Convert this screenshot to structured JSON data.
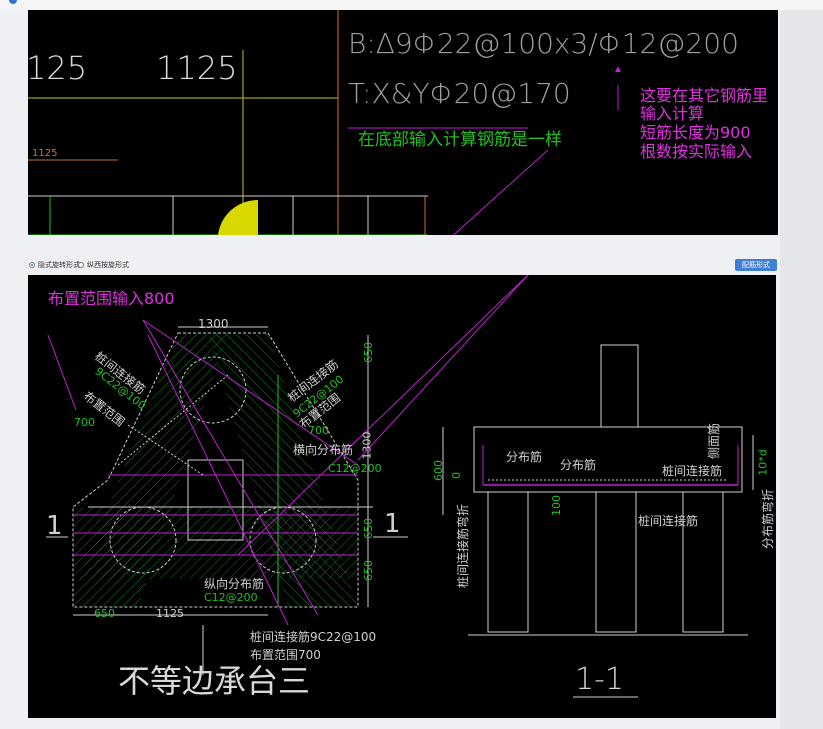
{
  "window": {
    "accent_color": "#2f74d0"
  },
  "top_drawing": {
    "dim_1125_a": "125",
    "dim_1125_b": "1125",
    "dim_small": "1125",
    "rebar_b": "B:Δ9Φ22@100x3/Φ12@200",
    "rebar_t": "T:X&YΦ20@170",
    "note_green": "在底部输入计算钢筋是一样",
    "note_magenta_1": "这要在其它钢筋里",
    "note_magenta_2": "输入计算",
    "note_magenta_3": "短筋长度为900",
    "note_magenta_4": "根数按实际输入"
  },
  "options": {
    "radio1_label": "隐式旋转形式",
    "radio2_label": "纵西按旋形式",
    "button_label": "配筋形式"
  },
  "bottom_drawing": {
    "range_note": "布置范围输入800",
    "dim_1300_top": "1300",
    "dim_650_right_top": "650",
    "dim_1300_right": "1300",
    "dim_650_right_mid": "650",
    "dim_650_right_bot": "650",
    "dim_650_bottom": "650",
    "dim_1125_bottom": "1125",
    "left_label_1": "桩间连接筋",
    "left_label_2": "9C22@100",
    "left_label_3": "布置范围",
    "left_label_4": "700",
    "right_label_1": "桩间连接筋",
    "right_label_2": "9C22@100",
    "right_label_3": "布置范围",
    "right_label_4": "700",
    "horiz_label": "横向分布筋",
    "horiz_spec": "C12@200",
    "vert_label": "纵向分布筋",
    "vert_spec": "C12@200",
    "bottom_label_1": "桩间连接筋9C22@100",
    "bottom_label_2": "布置范围700",
    "section_mark": "1",
    "plan_title": "不等边承台三",
    "section_title": "1-1",
    "sec_600": "600",
    "sec_0": "0",
    "sec_100": "100",
    "sec_dist1": "分布筋",
    "sec_dist2": "分布筋",
    "sec_conn": "桩间连接筋",
    "sec_conn2": "桩间连接筋",
    "sec_side": "侧面筋",
    "sec_10d": "10*d",
    "sec_left_vert": "桩间连接筋弯折",
    "sec_right_vert": "分布筋弯折"
  }
}
